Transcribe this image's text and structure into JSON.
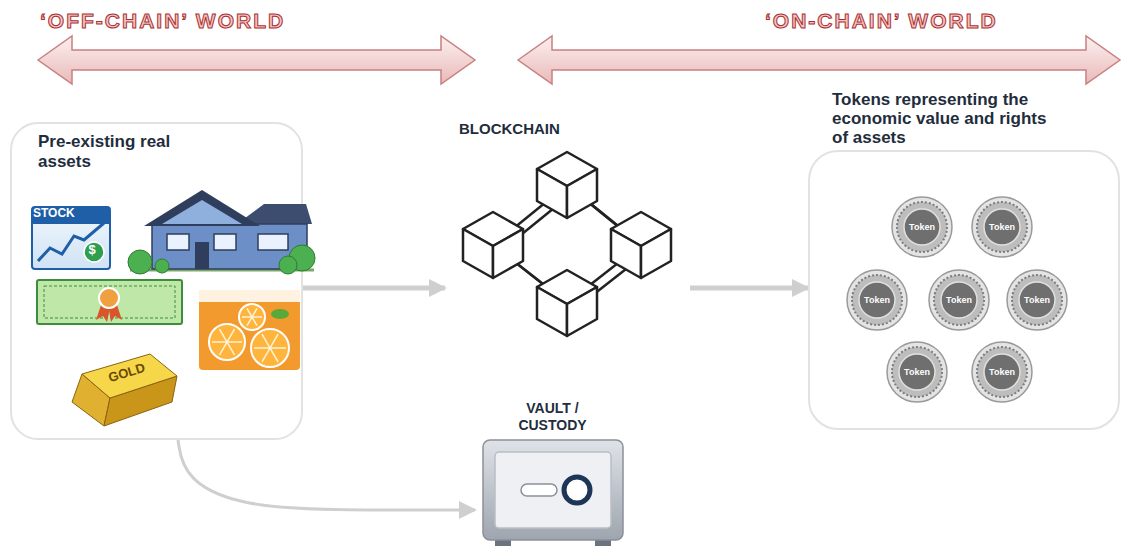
{
  "diagram": {
    "nodes": [
      {
        "text": [
          "Pre-existing real assets"
        ]
      },
      {
        "text": [
          "BLOCKCHAIN"
        ]
      },
      {
        "text": [
          "Tokens representing the economic value and rights of assets"
        ]
      },
      {
        "text": [
          "Token"
        ],
        "in": 2
      },
      {
        "text": [
          "Token"
        ],
        "in": 2
      },
      {
        "text": [
          "Token"
        ],
        "in": 2
      },
      {
        "text": [
          "Token"
        ],
        "in": 2
      },
      {
        "text": [
          "Token"
        ],
        "in": 2
      },
      {
        "text": [
          "Token"
        ],
        "in": 2
      },
      {
        "text": [
          "Token"
        ],
        "in": 2
      },
      {
        "text": [
          "VAULT / CUSTODY"
        ]
      }
    ],
    "edges": [
      {
        "from": 0,
        "to": 1,
        "arrow": "to"
      },
      {
        "from": 1,
        "to": 2,
        "arrow": "to"
      },
      {
        "from": 0,
        "to": 10,
        "arrow": "to"
      }
    ],
    "labels": [
      "‘OFF-CHAIN’ WORLD",
      "‘ON-CHAIN’ WORLD",
      "STOCK",
      "$",
      "GOLD"
    ]
  }
}
